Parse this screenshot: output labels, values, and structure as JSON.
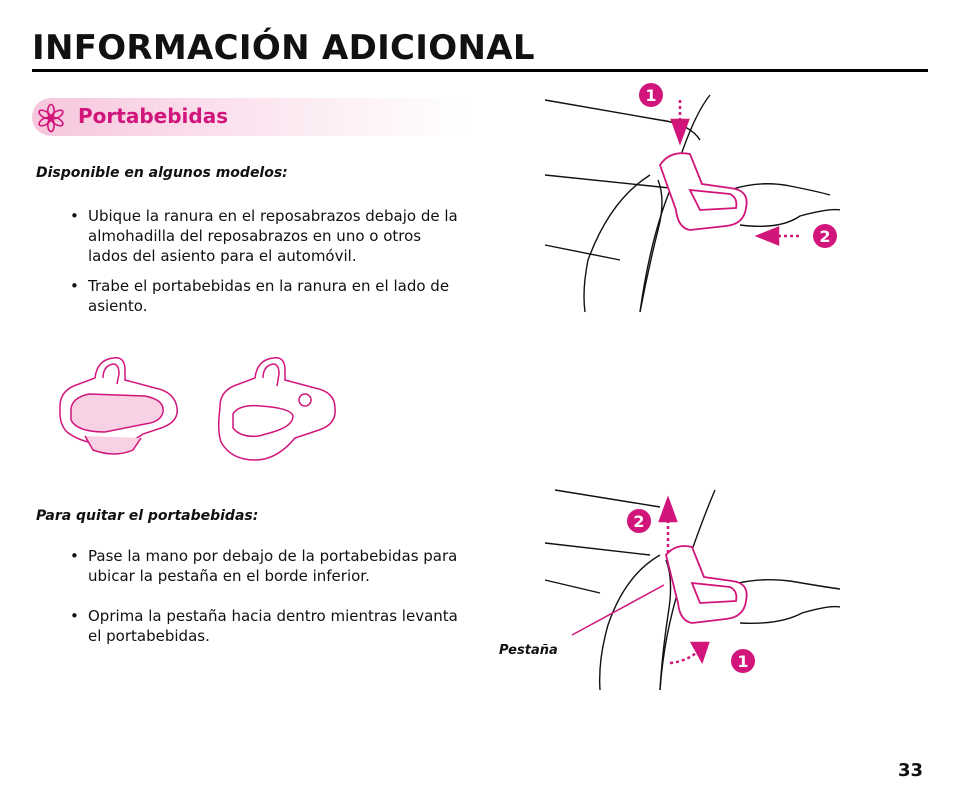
{
  "header": {
    "title": "INFORMACIÓN ADICIONAL"
  },
  "section": {
    "title": "Portabebidas"
  },
  "install": {
    "subhead": "Disponible en algunos modelos:",
    "bullets": [
      "Ubique la ranura en el reposabrazos debajo de la almohadilla del reposabrazos en uno o otros lados del asiento para el automóvil.",
      "Trabe el portabebidas en la ranura en el lado de asiento."
    ]
  },
  "remove": {
    "subhead": "Para quitar el portabebidas:",
    "bullets": [
      "Pase la mano por debajo de la portabebidas para ubicar la pestaña en el borde inferior.",
      "Oprima la pestaña hacia dentro mientras levanta el portabebidas."
    ]
  },
  "figures": {
    "top_steps": [
      "1",
      "2"
    ],
    "bottom_steps": [
      "2",
      "1"
    ],
    "callout": "Pestaña"
  },
  "footer": {
    "page_number": "33"
  },
  "colors": {
    "accent": "#d1157b",
    "band": "#f6c6dc",
    "text": "#111111"
  }
}
